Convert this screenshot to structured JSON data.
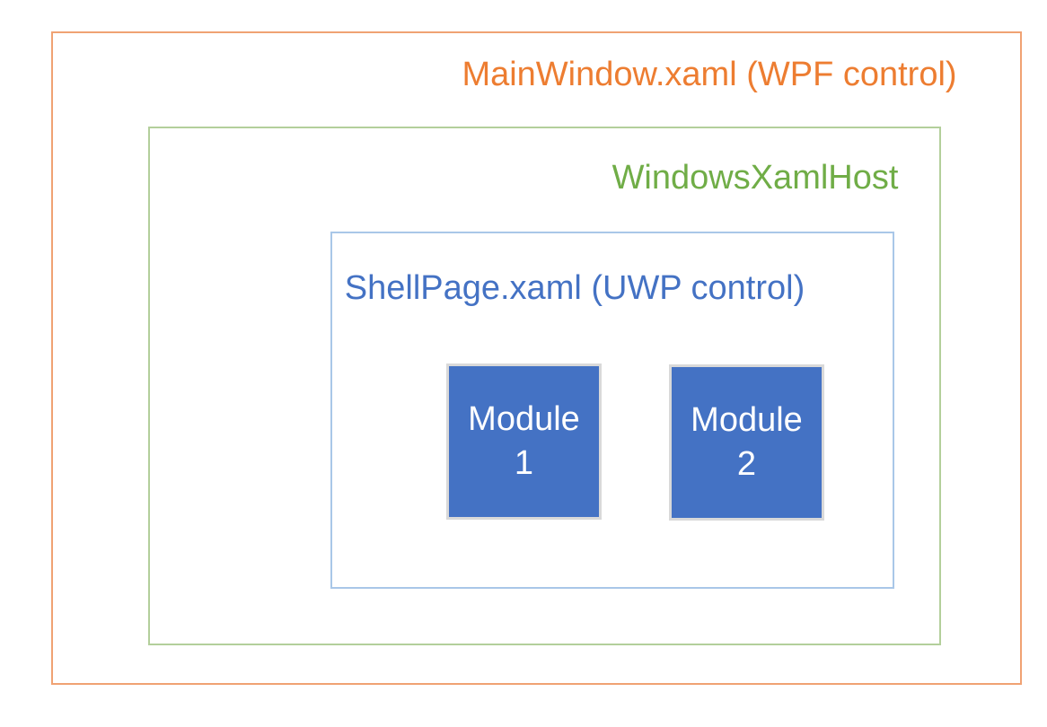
{
  "colors": {
    "background": "#FFFFFF",
    "orange-text": "#ED7D31",
    "orange-border": "#F0A273",
    "green-text": "#70AD47",
    "green-border": "#B3CF9B",
    "blue-text": "#4472C4",
    "blue-border": "#A9C7E8",
    "module-fill": "#4472C4",
    "module-border": "#D9D9D9",
    "module-text": "#FFFFFF"
  },
  "diagram": {
    "outer": {
      "label": "MainWindow.xaml (WPF control)"
    },
    "host": {
      "label": "WindowsXamlHost"
    },
    "shell": {
      "label": "ShellPage.xaml (UWP control)"
    },
    "modules": [
      {
        "name": "Module",
        "number": "1"
      },
      {
        "name": "Module",
        "number": "2"
      }
    ]
  }
}
